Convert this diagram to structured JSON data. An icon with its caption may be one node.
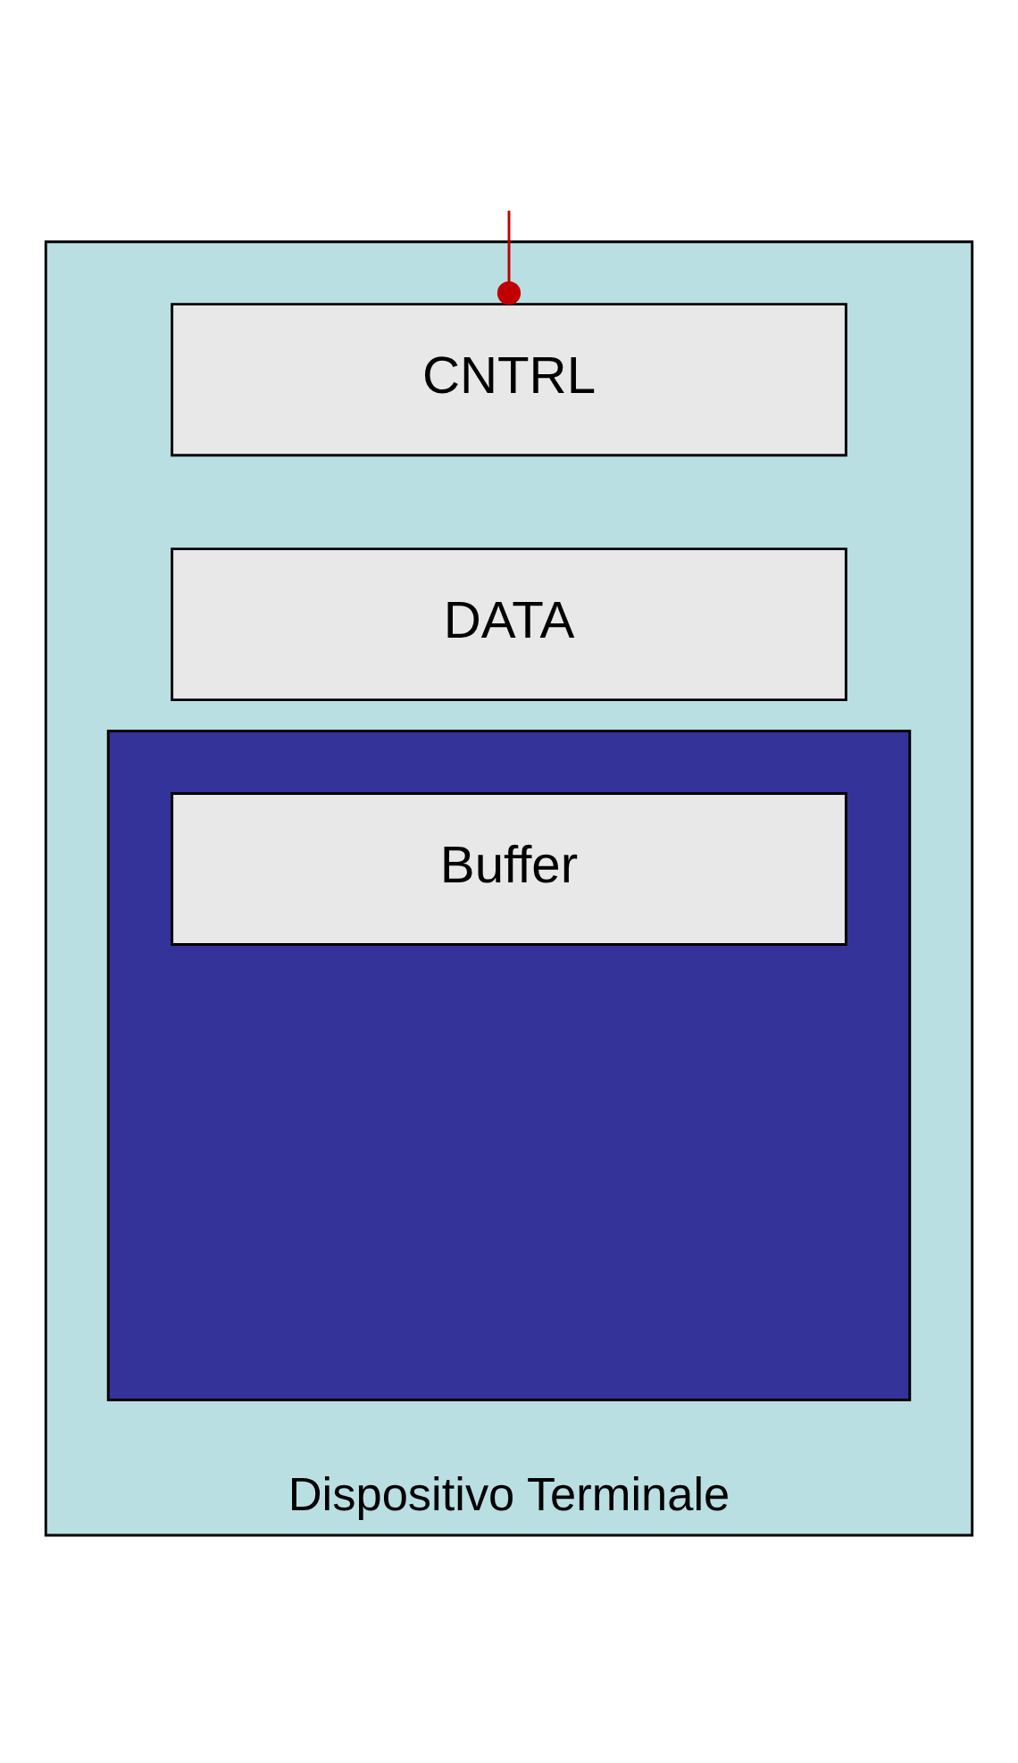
{
  "diagram": {
    "nodes": [
      {
        "text": [
          "Dispositivo Terminale"
        ]
      },
      {
        "text": [
          "CNTRL"
        ],
        "in": 0
      },
      {
        "text": [
          "DATA"
        ],
        "in": 0
      },
      {
        "text": [],
        "shape": "box",
        "in": 0
      },
      {
        "text": [
          "Buffer"
        ],
        "in": 3
      }
    ],
    "edges": [
      {
        "from": null,
        "to": 1,
        "arrow": "other",
        "color": "#c00000"
      }
    ]
  }
}
